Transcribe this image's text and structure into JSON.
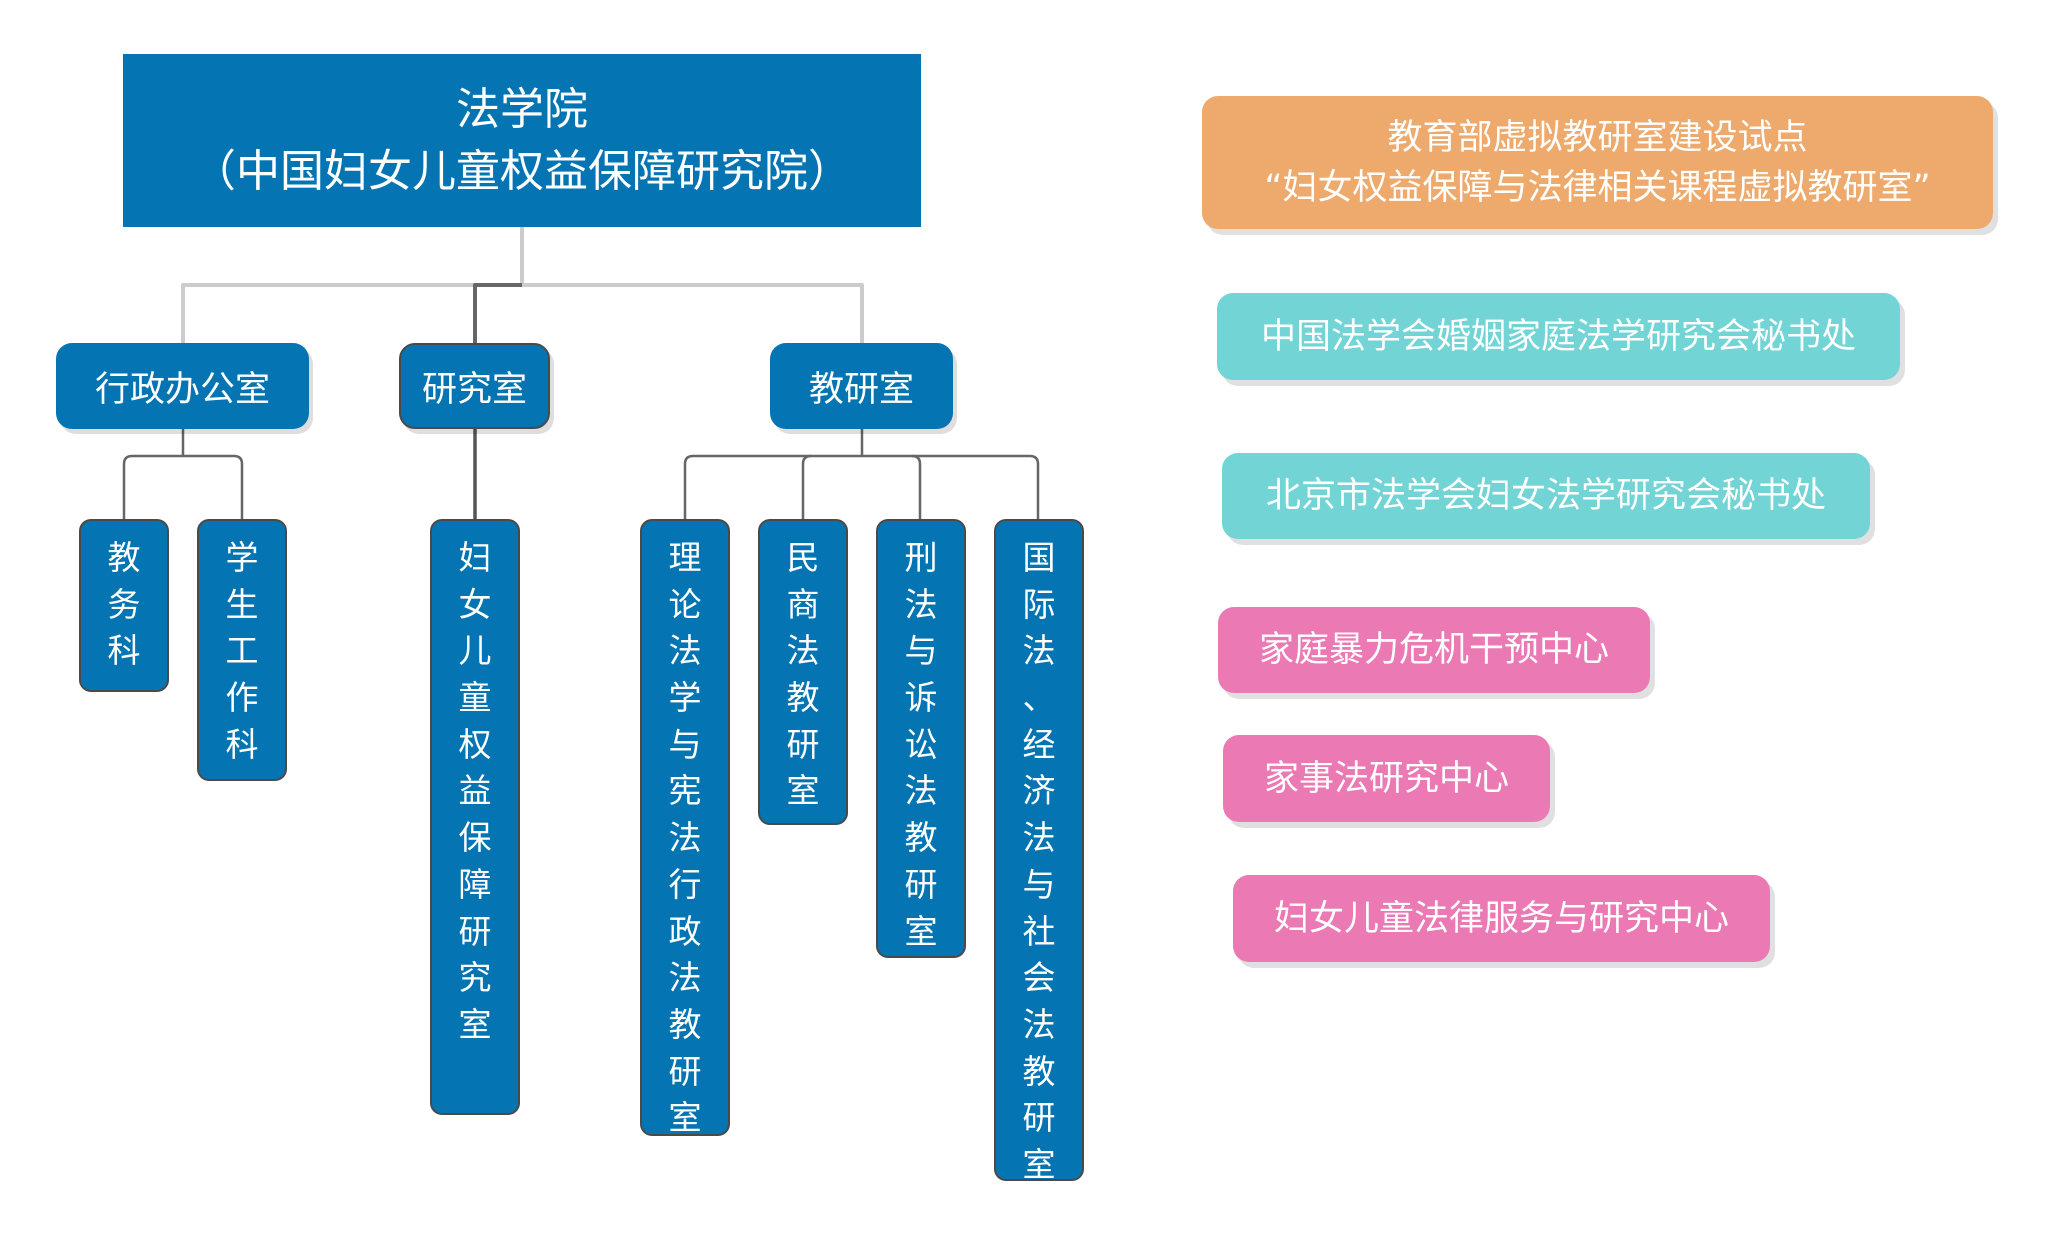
{
  "root": {
    "title": "法学院",
    "subtitle": "（中国妇女儿童权益保障研究院）"
  },
  "level1": [
    {
      "label": "行政办公室",
      "children": [
        "教务科",
        "学生工作科"
      ]
    },
    {
      "label": "研究室",
      "children": [
        "妇女儿童权益保障研究室"
      ]
    },
    {
      "label": "教研室",
      "children": [
        "理论法学与宪法行政法教研室",
        "民商法教研室",
        "刑法与诉讼法教研室",
        "国际法、经济法与社会法教研室"
      ]
    }
  ],
  "side_boxes": [
    {
      "line1": "教育部虚拟教研室建设试点",
      "line2": "“妇女权益保障与法律相关课程虚拟教研室”",
      "color": "#eeaa6c"
    },
    {
      "line1": "中国法学会婚姻家庭法学研究会秘书处",
      "color": "#72d4d4"
    },
    {
      "line1": "北京市法学会妇女法学研究会秘书处",
      "color": "#72d4d4"
    },
    {
      "line1": "家庭暴力危机干预中心",
      "color": "#eb79b3"
    },
    {
      "line1": "家事法研究中心",
      "color": "#eb79b3"
    },
    {
      "line1": "妇女儿童法律服务与研究中心",
      "color": "#eb79b3"
    }
  ],
  "colors": {
    "node_blue": "#0474b3",
    "connector_light": "#cccccc",
    "connector_dark": "#666666"
  }
}
